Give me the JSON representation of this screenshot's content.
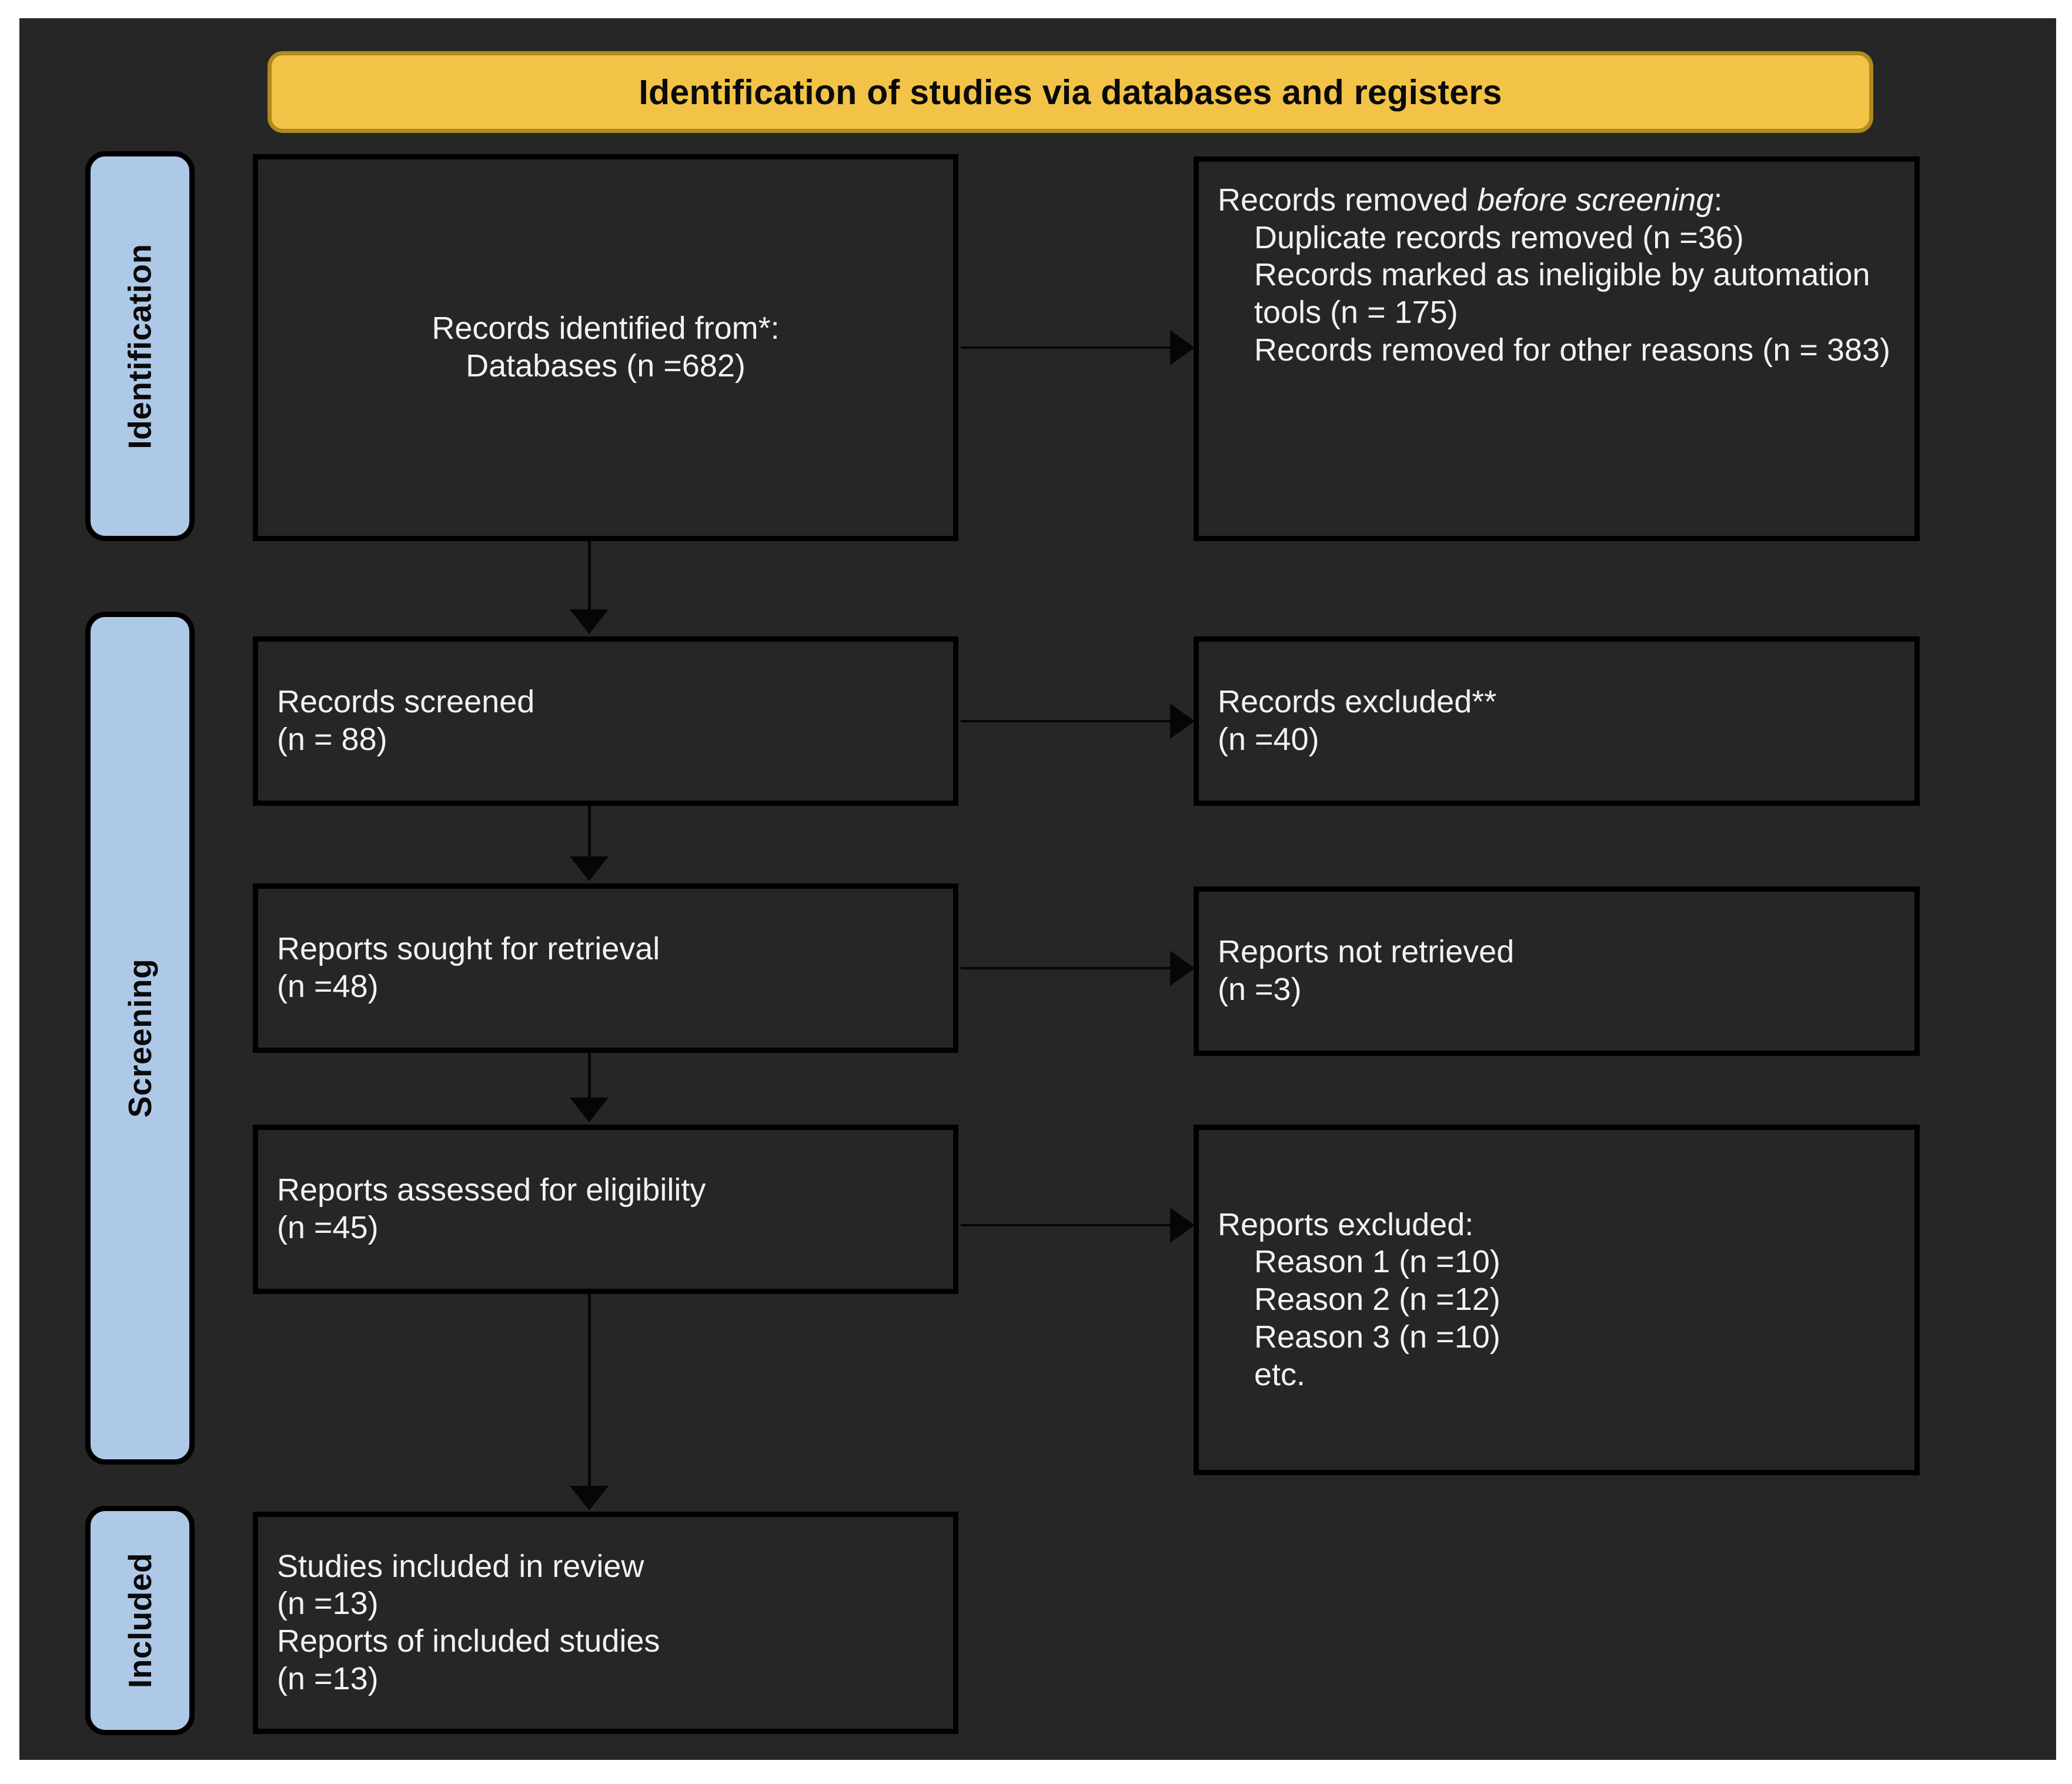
{
  "header": {
    "title": "Identification of studies via databases and registers",
    "background_color": "#F2C347",
    "border_color": "#B08A1C",
    "text_color": "#0a0a0a"
  },
  "theme": {
    "panel_background": "#262626",
    "page_background": "#FFFFFF",
    "box_border_color": "#000000",
    "box_text_color": "#F2F2F2",
    "stage_label_background": "#AEC9E8",
    "connector_color": "#060606"
  },
  "stages": [
    {
      "id": "identification",
      "label": "Identification"
    },
    {
      "id": "screening",
      "label": "Screening"
    },
    {
      "id": "included",
      "label": "Included"
    }
  ],
  "boxes": {
    "records_identified": {
      "line1": "Records identified from*:",
      "line2": "Databases (n =682)"
    },
    "records_removed": {
      "line1_a": "Records removed ",
      "line1_b": "before screening",
      "line1_c": ":",
      "line2": "Duplicate records removed (n =36)",
      "line3": "Records marked as ineligible by automation tools (n = 175)",
      "line4": "Records removed for other reasons (n = 383)"
    },
    "records_screened": {
      "line1": "Records screened",
      "line2": "(n = 88)"
    },
    "records_excluded": {
      "line1": "Records excluded**",
      "line2": "(n =40)"
    },
    "reports_sought": {
      "line1": "Reports sought for retrieval",
      "line2": "(n =48)"
    },
    "reports_not_retrieved": {
      "line1": "Reports not retrieved",
      "line2": "(n =3)"
    },
    "reports_assessed": {
      "line1": "Reports assessed for eligibility",
      "line2": "(n =45)"
    },
    "reports_excluded": {
      "line1": "Reports excluded:",
      "line2": "Reason 1 (n =10)",
      "line3": "Reason 2 (n =12)",
      "line4": "Reason 3 (n =10)",
      "line5": "etc."
    },
    "studies_included": {
      "line1": "Studies included in review",
      "line2": "(n =13)",
      "line3": "Reports of included studies",
      "line4": "(n =13)"
    }
  },
  "chart_data": {
    "type": "diagram",
    "title": "Identification of studies via databases and registers",
    "nodes": [
      {
        "id": "records_identified",
        "stage": "Identification",
        "column": "left",
        "label": "Records identified from*: Databases",
        "n": 682
      },
      {
        "id": "records_removed",
        "stage": "Identification",
        "column": "right",
        "label": "Records removed before screening",
        "items": [
          {
            "label": "Duplicate records removed",
            "n": 36
          },
          {
            "label": "Records marked as ineligible by automation tools",
            "n": 175
          },
          {
            "label": "Records removed for other reasons",
            "n": 383
          }
        ]
      },
      {
        "id": "records_screened",
        "stage": "Screening",
        "column": "left",
        "label": "Records screened",
        "n": 88
      },
      {
        "id": "records_excluded",
        "stage": "Screening",
        "column": "right",
        "label": "Records excluded**",
        "n": 40
      },
      {
        "id": "reports_sought",
        "stage": "Screening",
        "column": "left",
        "label": "Reports sought for retrieval",
        "n": 48
      },
      {
        "id": "reports_not_retrieved",
        "stage": "Screening",
        "column": "right",
        "label": "Reports not retrieved",
        "n": 3
      },
      {
        "id": "reports_assessed",
        "stage": "Screening",
        "column": "left",
        "label": "Reports assessed for eligibility",
        "n": 45
      },
      {
        "id": "reports_excluded",
        "stage": "Screening",
        "column": "right",
        "label": "Reports excluded",
        "items": [
          {
            "label": "Reason 1",
            "n": 10
          },
          {
            "label": "Reason 2",
            "n": 12
          },
          {
            "label": "Reason 3",
            "n": 10
          },
          {
            "label": "etc.",
            "n": null
          }
        ]
      },
      {
        "id": "studies_included",
        "stage": "Included",
        "column": "left",
        "label": "Studies included in review",
        "n": 13,
        "secondary_label": "Reports of included studies",
        "secondary_n": 13
      }
    ],
    "edges": [
      {
        "from": "records_identified",
        "to": "records_removed",
        "direction": "horizontal"
      },
      {
        "from": "records_identified",
        "to": "records_screened",
        "direction": "vertical"
      },
      {
        "from": "records_screened",
        "to": "records_excluded",
        "direction": "horizontal"
      },
      {
        "from": "records_screened",
        "to": "reports_sought",
        "direction": "vertical"
      },
      {
        "from": "reports_sought",
        "to": "reports_not_retrieved",
        "direction": "horizontal"
      },
      {
        "from": "reports_sought",
        "to": "reports_assessed",
        "direction": "vertical"
      },
      {
        "from": "reports_assessed",
        "to": "reports_excluded",
        "direction": "horizontal"
      },
      {
        "from": "reports_assessed",
        "to": "studies_included",
        "direction": "vertical"
      }
    ]
  }
}
